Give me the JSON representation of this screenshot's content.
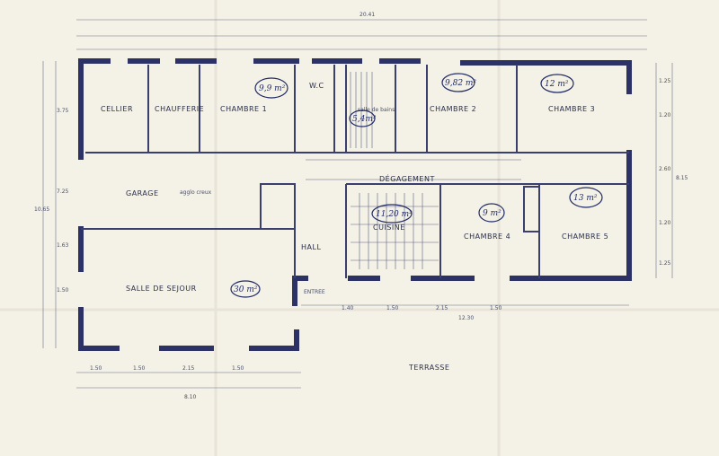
{
  "top_dims": {
    "total": "20.41"
  },
  "rooms": [
    {
      "id": "cellier",
      "label": "CELLIER"
    },
    {
      "id": "chaufferie",
      "label": "CHAUFFERIE"
    },
    {
      "id": "chambre1",
      "label": "CHAMBRE  1",
      "area": "9,9 m²"
    },
    {
      "id": "wc",
      "label": "W.C"
    },
    {
      "id": "salle_bains",
      "label": "salle de bains",
      "area": "5,4m²"
    },
    {
      "id": "chambre2",
      "label": "CHAMBRE  2",
      "area": "9,82 m²"
    },
    {
      "id": "chambre3",
      "label": "CHAMBRE  3",
      "area": "12 m²"
    },
    {
      "id": "garage",
      "label": "GARAGE",
      "note": "agglo creux"
    },
    {
      "id": "degagement",
      "label": "DÉGAGEMENT"
    },
    {
      "id": "cuisine",
      "label": "CUISINE",
      "area": "11,20 m²"
    },
    {
      "id": "chambre4",
      "label": "CHAMBRE 4",
      "area": "9 m²"
    },
    {
      "id": "chambre5",
      "label": "CHAMBRE  5",
      "area": "13 m²"
    },
    {
      "id": "hall",
      "label": "HALL"
    },
    {
      "id": "sejour",
      "label": "SALLE  DE  SEJOUR",
      "area": "30 m²"
    },
    {
      "id": "entree",
      "label": "ENTREE"
    },
    {
      "id": "terrasse",
      "label": "TERRASSE"
    }
  ],
  "bottom_dims": {
    "row1": [
      "1.50",
      "1.50",
      "2.15",
      "1.50"
    ],
    "total_left": "8.10",
    "mid": [
      "1.40",
      "1.50",
      "2.15",
      "1.50"
    ],
    "total_right": "12.30"
  },
  "right_dims": [
    "1.25",
    "1.20",
    "2.60",
    "1.20",
    "1.25"
  ],
  "right_total": "8.15",
  "left_dims": [
    "3.75",
    "7.25",
    "1.63",
    "1.50",
    "10.65"
  ]
}
